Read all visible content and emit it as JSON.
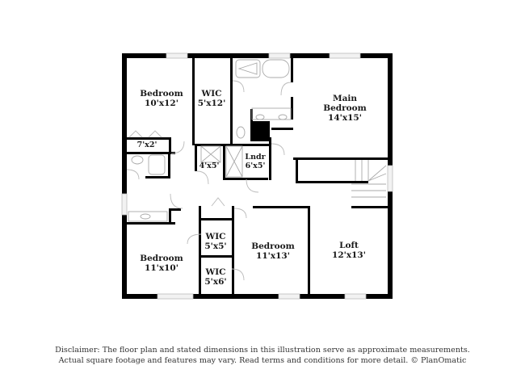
{
  "rooms": {
    "bedroom1": {
      "name": "Bedroom",
      "dims": "10'x12'"
    },
    "wic1": {
      "name": "WIC",
      "dims": "5'x12'"
    },
    "main_bedroom": {
      "name_line1": "Main",
      "name_line2": "Bedroom",
      "dims": "14'x15'"
    },
    "closet_7x2": {
      "dims": "7'x2'"
    },
    "closet_4x5": {
      "dims": "4'x5'"
    },
    "laundry": {
      "name": "Lndr",
      "dims": "6'x5'"
    },
    "wic2": {
      "name": "WIC",
      "dims": "5'x5'"
    },
    "wic3": {
      "name": "WIC",
      "dims": "5'x6'"
    },
    "bedroom2": {
      "name": "Bedroom",
      "dims": "11'x10'"
    },
    "bedroom3": {
      "name": "Bedroom",
      "dims": "11'x13'"
    },
    "loft": {
      "name": "Loft",
      "dims": "12'x13'"
    }
  },
  "disclaimer": {
    "line1": "Disclaimer: The floor plan and stated dimensions in this illustration serve as approximate measurements.",
    "line2": "Actual square footage and features may vary. Read terms and conditions for more detail. © PlanOmatic"
  },
  "colors": {
    "wall": "#000000",
    "fixture": "#b5b5b5",
    "window": "#d9d9d9",
    "text": "#1a1a1a"
  }
}
